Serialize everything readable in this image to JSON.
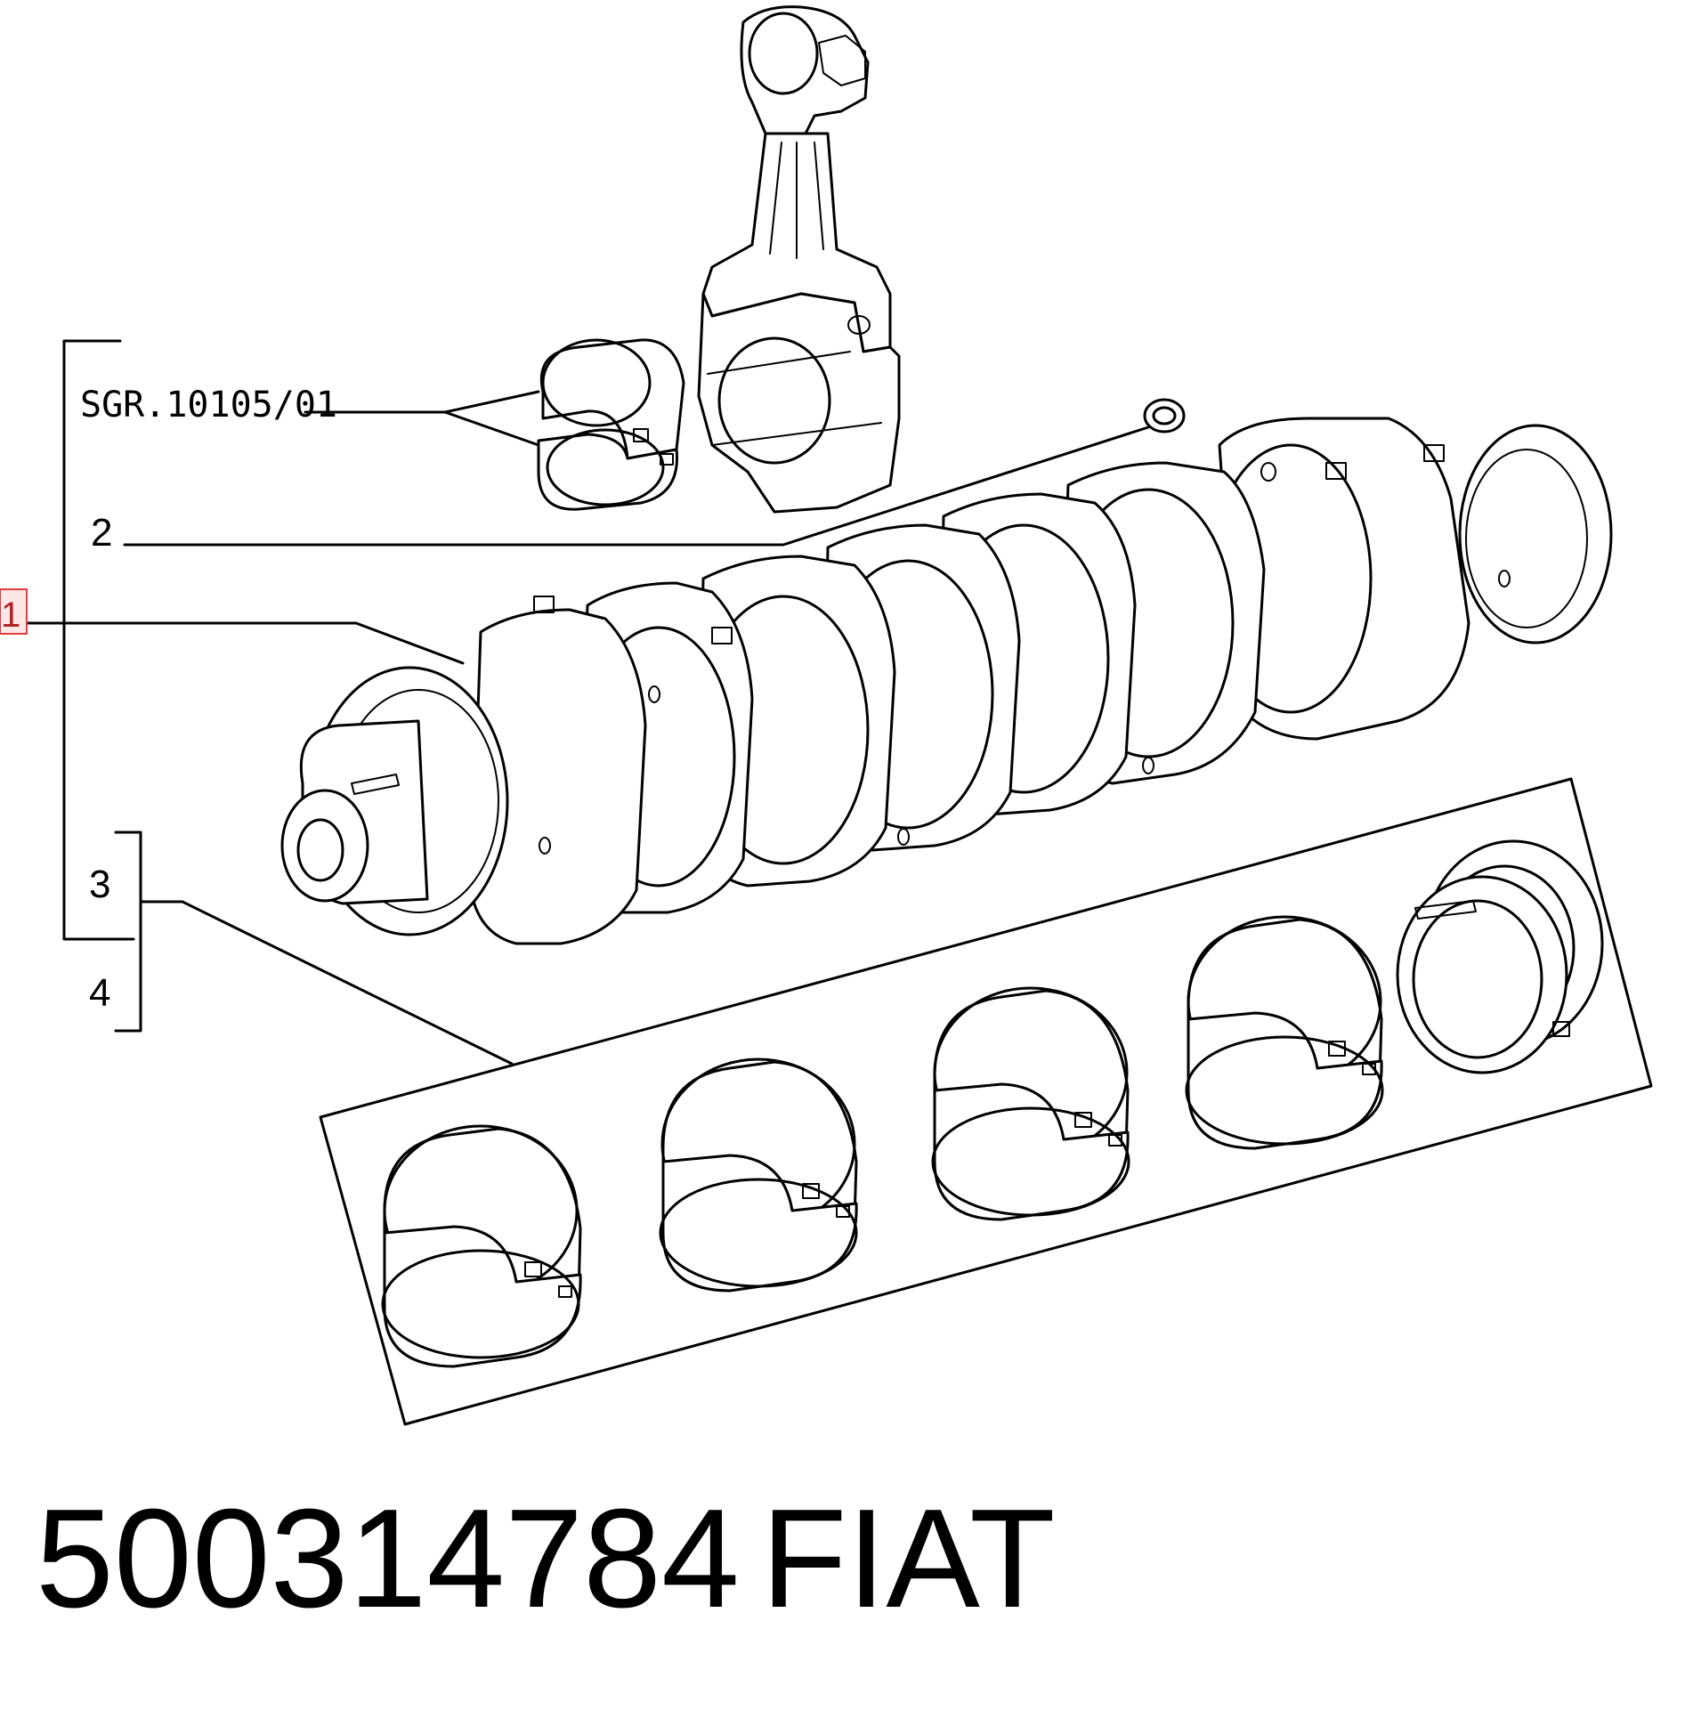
{
  "callouts": {
    "group_ref": "SGR.10105/01",
    "item_1": "1",
    "item_2": "2",
    "item_3": "3",
    "item_4": "4"
  },
  "footer": {
    "part_number": "500314784",
    "brand": "FIAT"
  }
}
